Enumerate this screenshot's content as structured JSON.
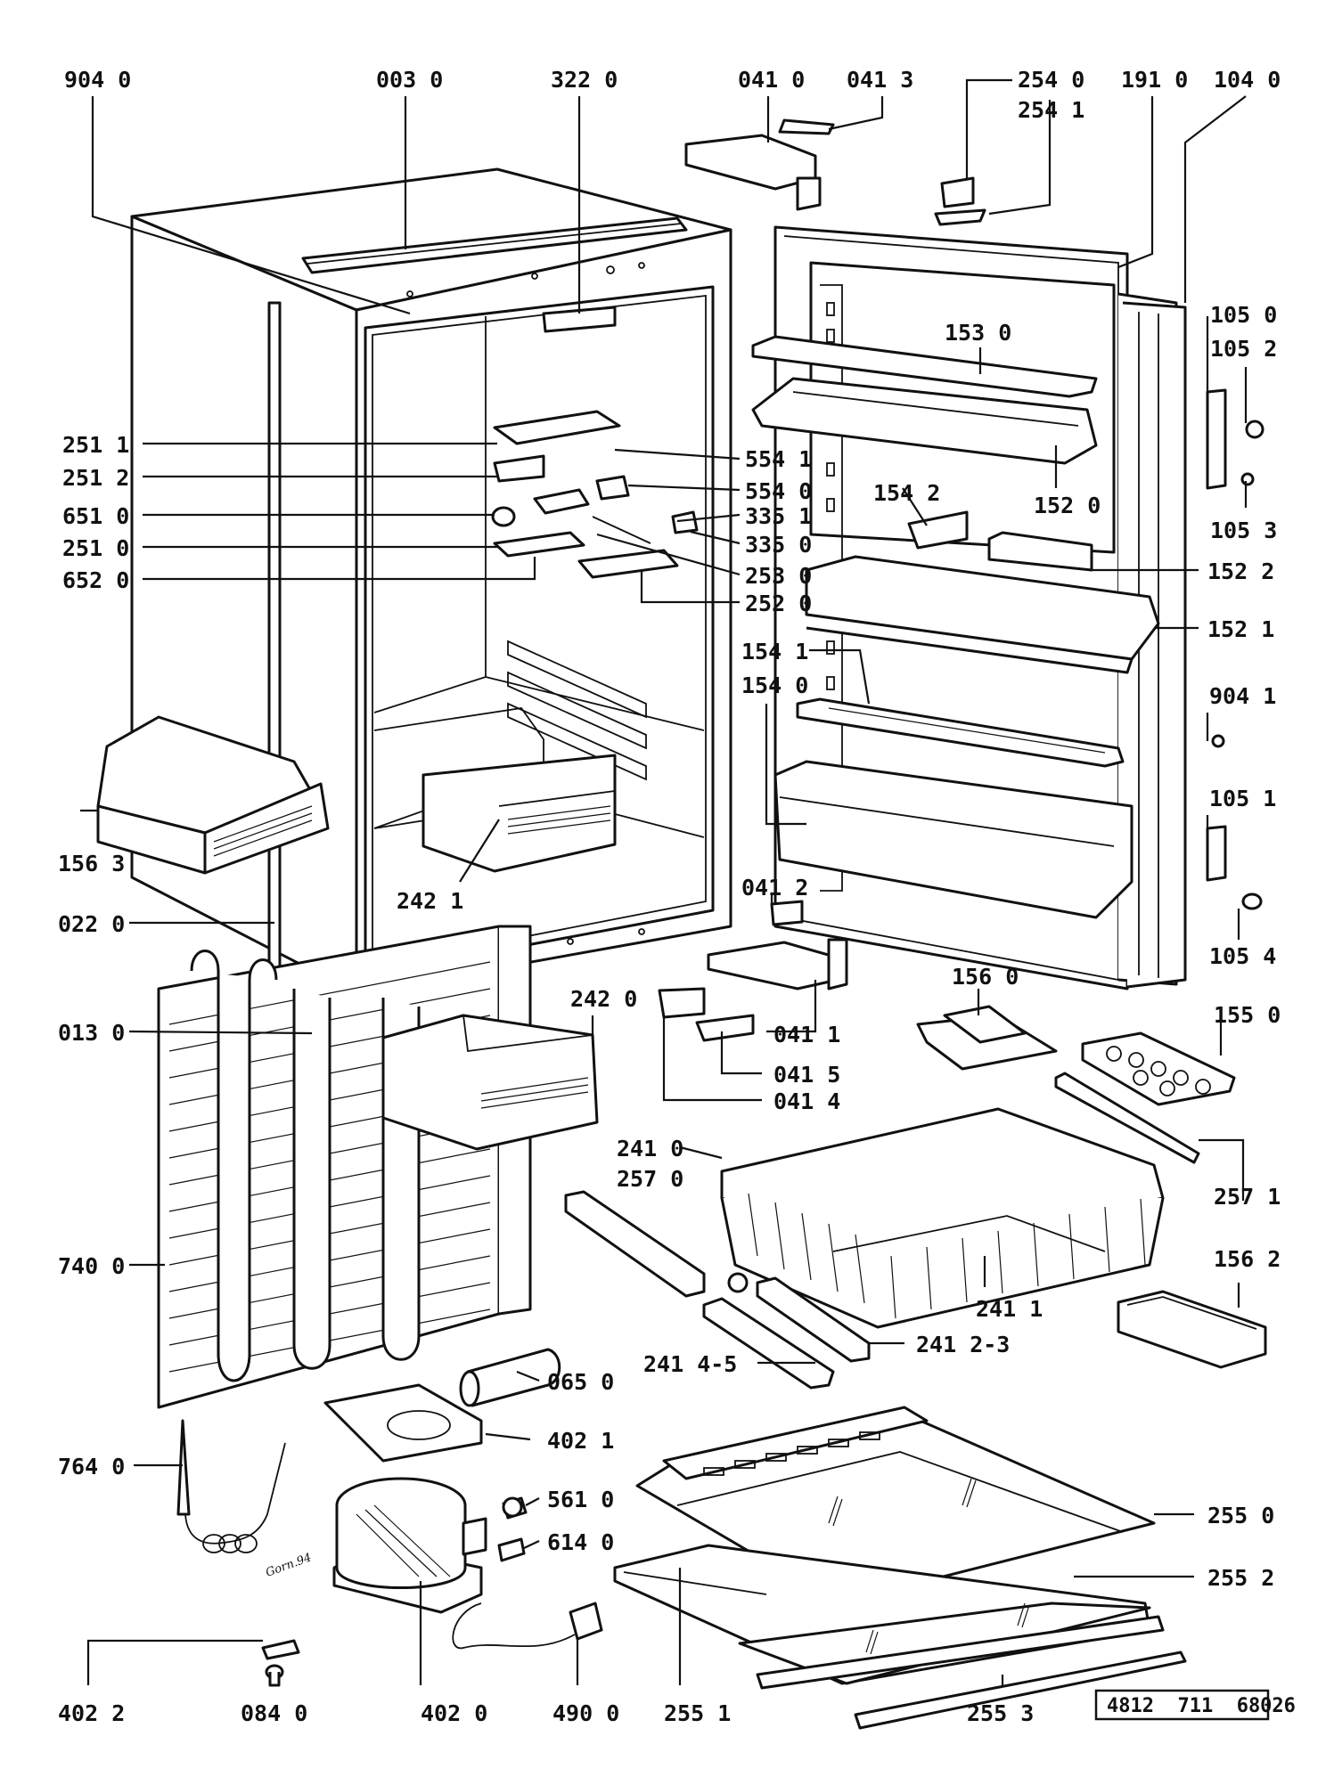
{
  "labels": {
    "l9040": "904 0",
    "l0030": "003 0",
    "l3220": "322 0",
    "l0410": "041 0",
    "l0413": "041 3",
    "l2540": "254 0",
    "l2541": "254 1",
    "l1910": "191 0",
    "l1040": "104 0",
    "l1050": "105 0",
    "l1052": "105 2",
    "l1053": "105 3",
    "l1530": "153 0",
    "l2511": "251 1",
    "l2512": "251 2",
    "l6510": "651 0",
    "l2510": "251 0",
    "l6520": "652 0",
    "l5541": "554 1",
    "l5540": "554 0",
    "l3351": "335 1",
    "l3350": "335 0",
    "l2530": "253 0",
    "l2520": "252 0",
    "l1520": "152 0",
    "l1542": "154 2",
    "l1522": "152 2",
    "l1521": "152 1",
    "l1541": "154 1",
    "l1540": "154 0",
    "l9041": "904 1",
    "l1051": "105 1",
    "l1054": "105 4",
    "l1563": "156 3",
    "l2421": "242 1",
    "l0220": "022 0",
    "l0412": "041 2",
    "l1560": "156 0",
    "l0130": "013 0",
    "l2420": "242 0",
    "l0411": "041 1",
    "l1550": "155 0",
    "l0415": "041 5",
    "l0414": "041 4",
    "l2410": "241 0",
    "l2570": "257 0",
    "l2571": "257 1",
    "l7400": "740 0",
    "l1562": "156 2",
    "l2411": "241 1",
    "l24123": "241 2-3",
    "l24145": "241 4-5",
    "l0650": "065 0",
    "l7640": "764 0",
    "l4021": "402 1",
    "l5610": "561 0",
    "l6140": "614 0",
    "l2550": "255 0",
    "l2552": "255 2",
    "l4022": "402 2",
    "l0840": "084 0",
    "l4020": "402 0",
    "l4900": "490 0",
    "l2551": "255 1",
    "l2553": "255 3"
  },
  "document_number": "4812  711  68026",
  "signature": "Gorn.94"
}
